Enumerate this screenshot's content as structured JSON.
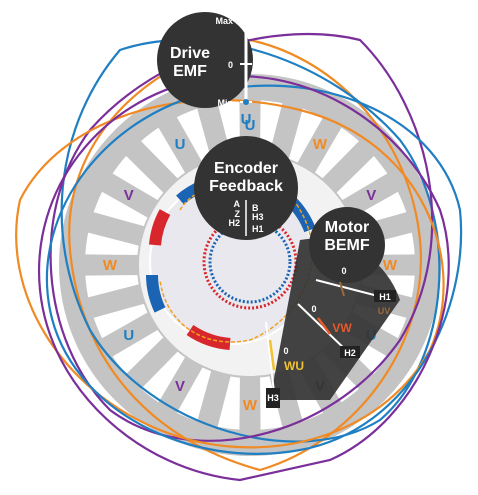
{
  "drive_emf": {
    "title_line1": "Drive",
    "title_line2": "EMF",
    "scale_max": "Max",
    "scale_zero": "0",
    "scale_min": "Min",
    "phase": "U"
  },
  "encoder": {
    "title_line1": "Encoder",
    "title_line2": "Feedback",
    "channels": [
      "A",
      "B",
      "Z",
      "H3",
      "H2",
      "H1"
    ]
  },
  "motor_bemf": {
    "title_line1": "Motor",
    "title_line2": "BEMF",
    "zero": "0",
    "scales": [
      {
        "label": "UV",
        "hall": "H1",
        "color": "#9a6a3c"
      },
      {
        "label": "VW",
        "hall": "H2",
        "color": "#e8582a"
      },
      {
        "label": "WU",
        "hall": "H3",
        "color": "#f2c230"
      }
    ]
  },
  "stator_labels": [
    {
      "text": "U",
      "color": "#1f7fc2"
    },
    {
      "text": "W",
      "color": "#f08a24"
    },
    {
      "text": "V",
      "color": "#7a2f9a"
    },
    {
      "text": "W",
      "color": "#f08a24"
    },
    {
      "text": "U",
      "color": "#1f7fc2"
    },
    {
      "text": "V",
      "color": "#7a2f9a"
    },
    {
      "text": "W",
      "color": "#f08a24"
    },
    {
      "text": "V",
      "color": "#7a2f9a"
    },
    {
      "text": "U",
      "color": "#1f7fc2"
    },
    {
      "text": "W",
      "color": "#f08a24"
    },
    {
      "text": "V",
      "color": "#7a2f9a"
    },
    {
      "text": "U",
      "color": "#1f7fc2"
    }
  ],
  "colors": {
    "phase_u": "#1f7fc2",
    "phase_v": "#7a2f9a",
    "phase_w": "#f08a24",
    "stator": "#bdbdbd",
    "magnet_red": "#d8262d",
    "magnet_blue": "#1b63b3",
    "hub": "#333333"
  }
}
